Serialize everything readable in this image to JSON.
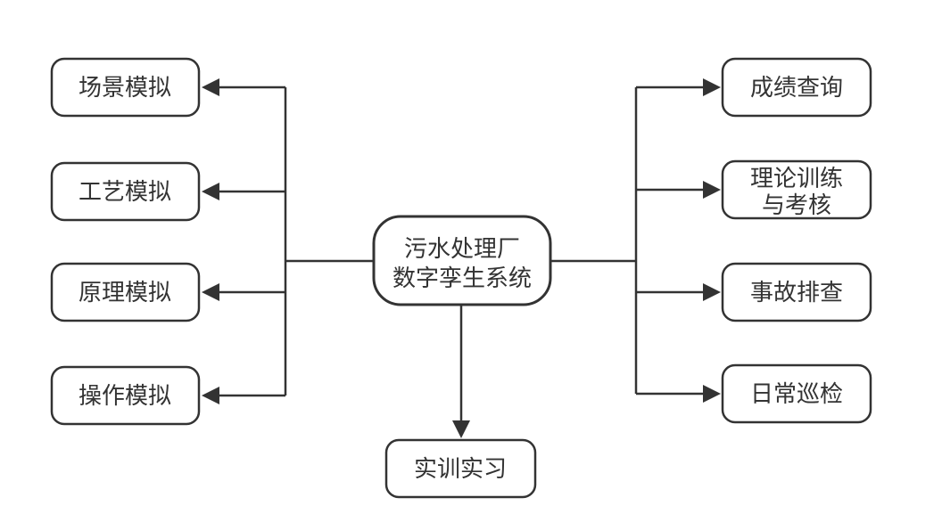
{
  "diagram": {
    "center": {
      "line1": "污水处理厂",
      "line2": "数字孪生系统"
    },
    "left_nodes": [
      {
        "label": "场景模拟"
      },
      {
        "label": "工艺模拟"
      },
      {
        "label": "原理模拟"
      },
      {
        "label": "操作模拟"
      }
    ],
    "right_nodes": [
      {
        "line1": "成绩查询",
        "line2": ""
      },
      {
        "line1": "理论训练",
        "line2": "与考核"
      },
      {
        "line1": "事故排查",
        "line2": ""
      },
      {
        "line1": "日常巡检",
        "line2": ""
      }
    ],
    "bottom_node": {
      "label": "实训实习"
    },
    "colors": {
      "stroke": "#333333",
      "text": "#333333",
      "background": "#ffffff"
    }
  }
}
